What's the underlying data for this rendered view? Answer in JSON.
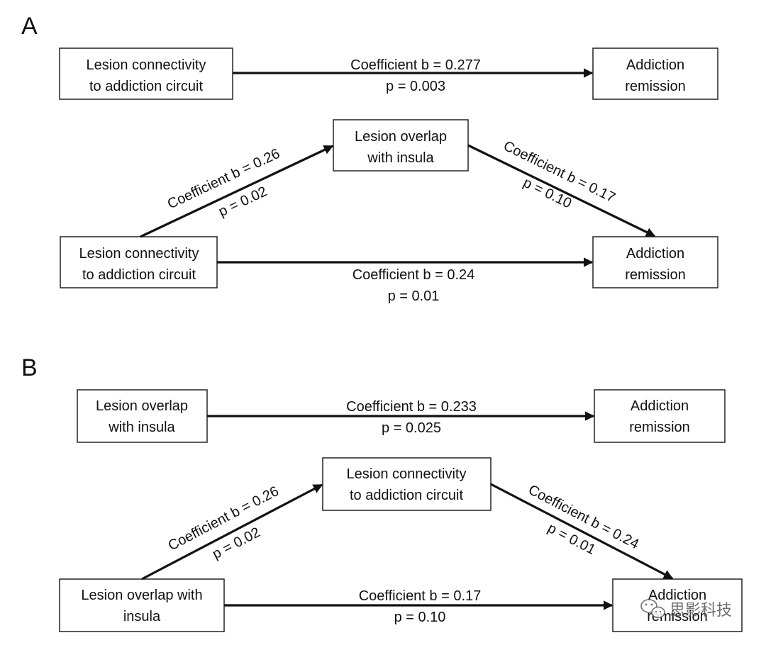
{
  "panels": [
    {
      "label": "A",
      "direct": {
        "source": [
          "Lesion connectivity",
          "to addiction circuit"
        ],
        "target": [
          "Addiction",
          "remission"
        ],
        "coef": "Coefficient b = 0.277",
        "p": "p = 0.003"
      },
      "mediation": {
        "source": [
          "Lesion connectivity",
          "to addiction circuit"
        ],
        "mediator": [
          "Lesion overlap",
          "with insula"
        ],
        "target": [
          "Addiction",
          "remission"
        ],
        "path_a": {
          "coef": "Coefficient b = 0.26",
          "p": "p = 0.02"
        },
        "path_b": {
          "coef": "Coefficient b = 0.17",
          "p": "p = 0.10"
        },
        "path_c": {
          "coef": "Coefficient b = 0.24",
          "p": "p = 0.01"
        }
      }
    },
    {
      "label": "B",
      "direct": {
        "source": [
          "Lesion overlap",
          "with insula"
        ],
        "target": [
          "Addiction",
          "remission"
        ],
        "coef": "Coefficient b = 0.233",
        "p": "p = 0.025"
      },
      "mediation": {
        "source": [
          "Lesion overlap with",
          "insula"
        ],
        "mediator": [
          "Lesion connectivity",
          "to addiction circuit"
        ],
        "target": [
          "Addiction",
          "remission"
        ],
        "path_a": {
          "coef": "Coefficient b = 0.26",
          "p": "p = 0.02"
        },
        "path_b": {
          "coef": "Coefficient b = 0.24",
          "p": "p = 0.01"
        },
        "path_c": {
          "coef": "Coefficient b = 0.17",
          "p": "p = 0.10"
        }
      }
    }
  ],
  "watermark": {
    "icon": "wechat-icon",
    "text": "思影科技"
  }
}
